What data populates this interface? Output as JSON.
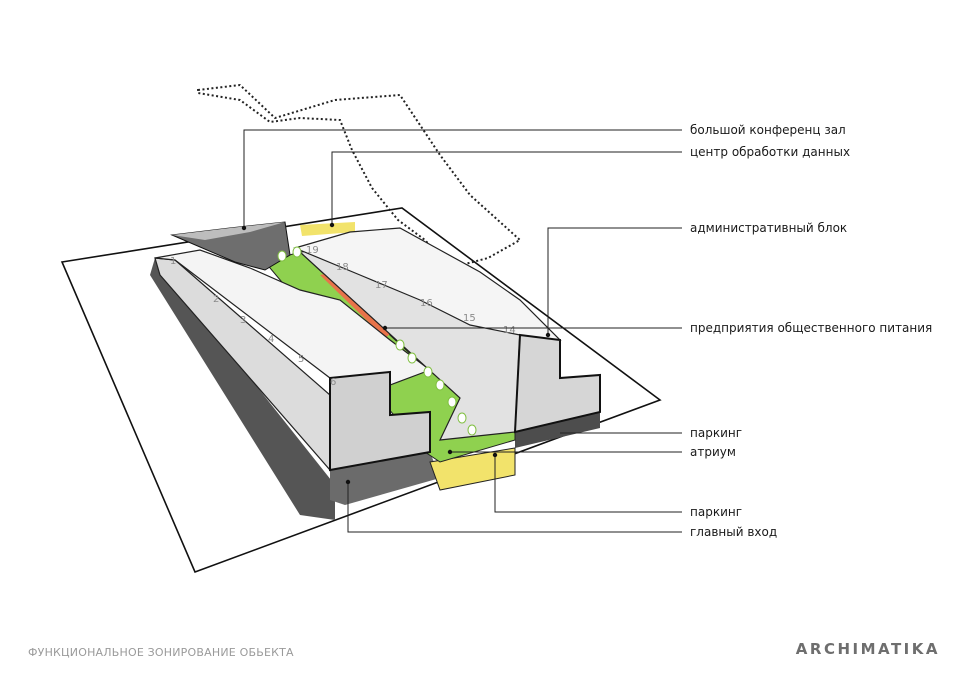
{
  "labels": [
    "большой конференц зал",
    "центр обработки данных",
    "административный блок",
    "предприятия общественного питания",
    "паркинг",
    "атриум",
    "паркинг",
    "главный вход"
  ],
  "floor_numbers": [
    "1",
    "2",
    "3",
    "4",
    "5",
    "6",
    "14",
    "15",
    "16",
    "17",
    "18",
    "19"
  ],
  "caption": "ФУНКЦИОНАЛЬНОЕ ЗОНИРОВАНИЕ ОБЬЕКТА",
  "logo": "ARCHIMATIKA",
  "colors": {
    "atrium_green": "#8fd14f",
    "yellow": "#f2e36b",
    "orange": "#e8734a",
    "dark": "#4a4a4a",
    "facade": "#dcdcdc",
    "roof": "#f4f4f4"
  }
}
